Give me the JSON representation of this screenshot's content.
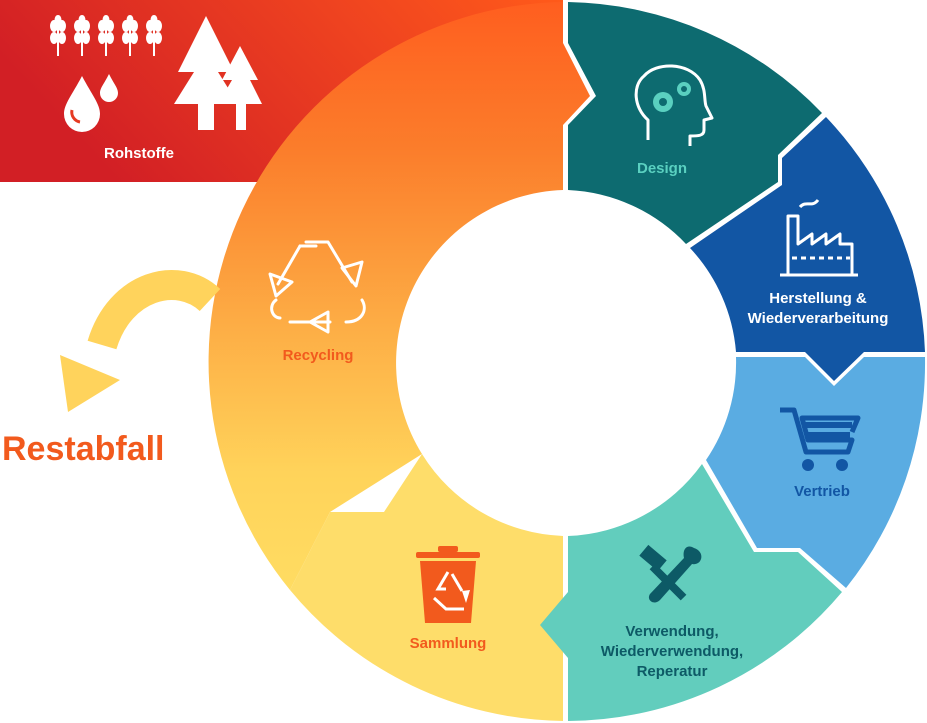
{
  "diagram": {
    "stages": {
      "rohstoffe": {
        "label": "Rohstoffe",
        "color": "#d62e22",
        "text_color": "#ffffff"
      },
      "design": {
        "label": "Design",
        "color": "#0d6b70",
        "text_color": "#5ad0c0"
      },
      "herstellung": {
        "label_lines": [
          "Herstellung &",
          "Wiederverarbeitung"
        ],
        "color": "#1256a4",
        "text_color": "#ffffff"
      },
      "vertrieb": {
        "label": "Vertrieb",
        "color": "#5aace2",
        "text_color": "#1256a4"
      },
      "verwendung": {
        "label_lines": [
          "Verwendung,",
          "Wiederverwendung,",
          "Reperatur"
        ],
        "color": "#62cdbd",
        "text_color": "#0d5a66"
      },
      "sammlung": {
        "label": "Sammlung",
        "color": "#fed966",
        "text_color": "#f25a1d"
      },
      "recycling": {
        "label": "Recycling",
        "color": "#f7902f",
        "text_color": "#f25a1d"
      }
    },
    "restabfall": {
      "label": "Restabfall",
      "color": "#f25a1d",
      "arrow_color": "#ffd35c"
    }
  },
  "icons": [
    "wheat-icon",
    "water-drop-icon",
    "pine-tree-icon",
    "brain-gears-icon",
    "factory-icon",
    "shopping-cart-icon",
    "hammer-wrench-icon",
    "recycling-bin-icon",
    "recycle-icon"
  ]
}
